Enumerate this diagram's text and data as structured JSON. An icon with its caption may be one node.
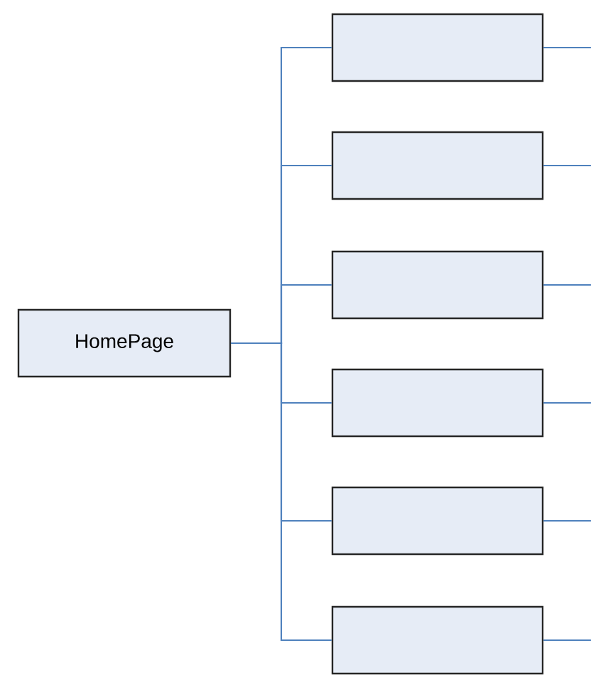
{
  "diagram": {
    "nodes": [
      {
        "text": [
          "HomePage"
        ]
      },
      {
        "text": [],
        "shape": "box"
      },
      {
        "text": [],
        "shape": "box"
      },
      {
        "text": [],
        "shape": "box"
      },
      {
        "text": [],
        "shape": "box"
      },
      {
        "text": [],
        "shape": "box"
      },
      {
        "text": [],
        "shape": "box"
      }
    ],
    "edges": [
      {
        "from": 0,
        "to": 1,
        "arrow": "none"
      },
      {
        "from": 0,
        "to": 2,
        "arrow": "none"
      },
      {
        "from": 0,
        "to": 3,
        "arrow": "none"
      },
      {
        "from": 0,
        "to": 4,
        "arrow": "none"
      },
      {
        "from": 0,
        "to": 5,
        "arrow": "none"
      },
      {
        "from": 0,
        "to": 6,
        "arrow": "none"
      },
      {
        "from": 1,
        "to": null,
        "arrow": "none"
      },
      {
        "from": 2,
        "to": null,
        "arrow": "none"
      },
      {
        "from": 3,
        "to": null,
        "arrow": "none"
      },
      {
        "from": 4,
        "to": null,
        "arrow": "none"
      },
      {
        "from": 5,
        "to": null,
        "arrow": "none"
      },
      {
        "from": 6,
        "to": null,
        "arrow": "none"
      }
    ]
  }
}
